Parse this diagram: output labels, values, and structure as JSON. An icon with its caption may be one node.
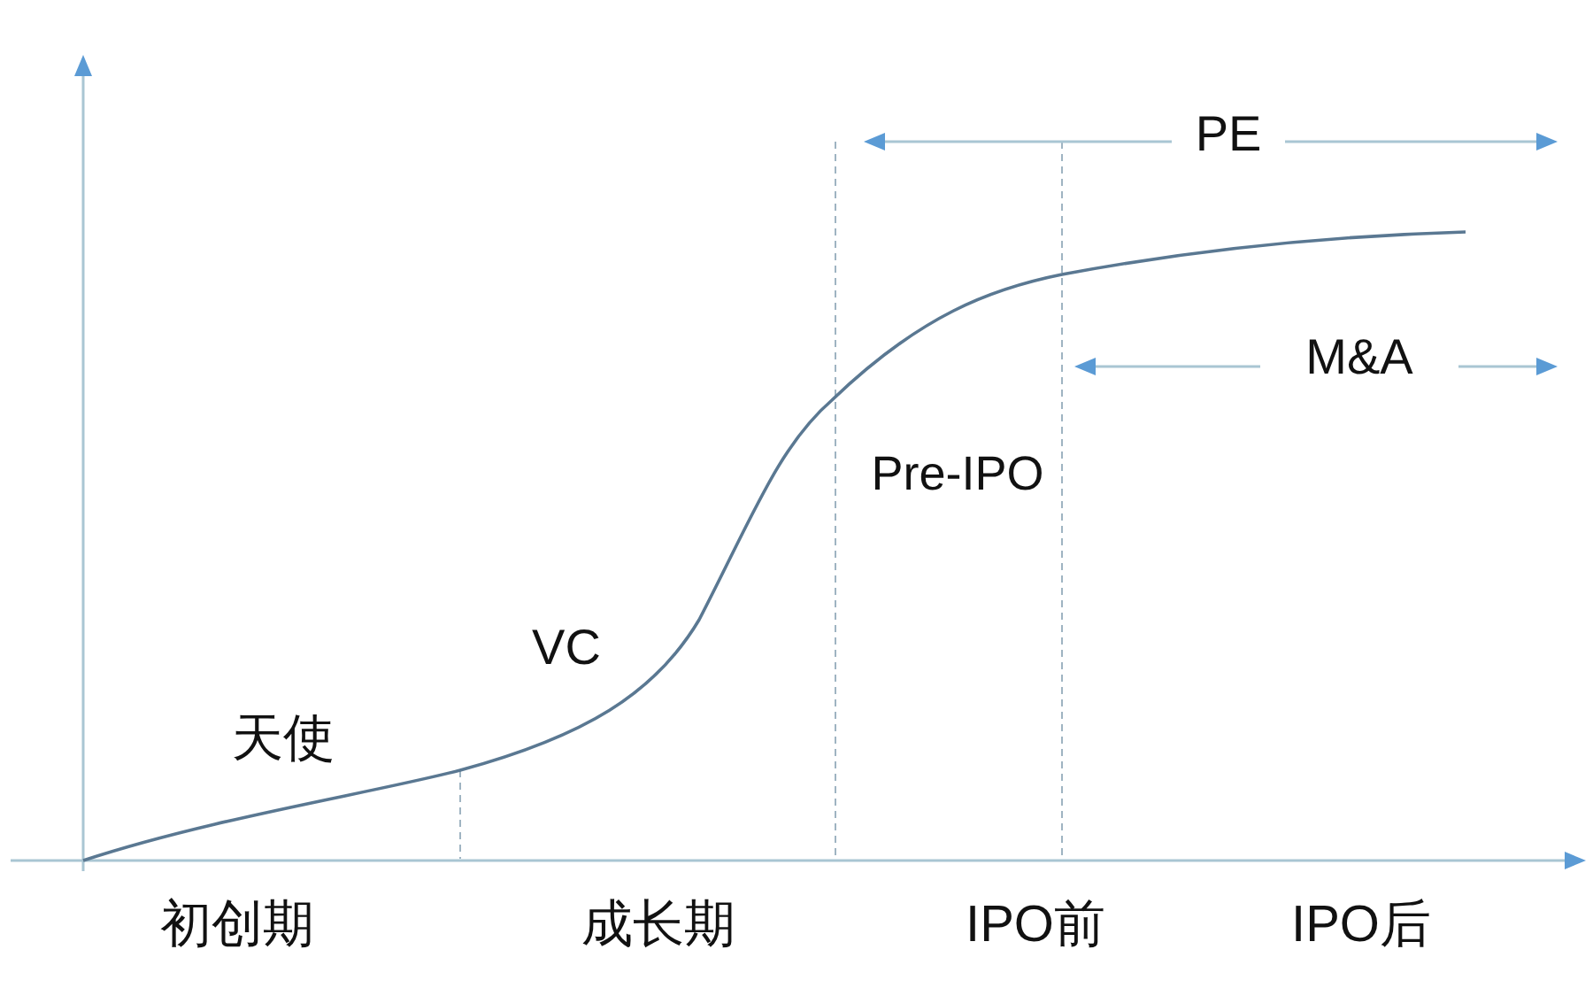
{
  "diagram": {
    "labels": [
      "PE",
      "M&A",
      "Pre-IPO",
      "VC",
      "天使",
      "初创期",
      "成长期",
      "IPO前",
      "IPO后"
    ]
  }
}
